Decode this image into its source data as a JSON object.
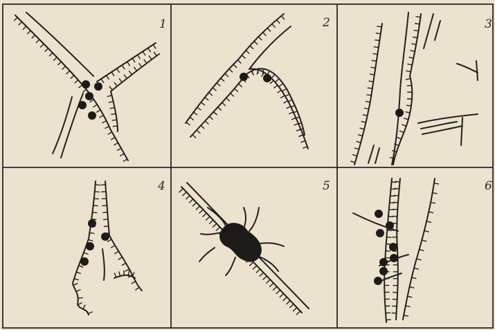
{
  "panels": [
    {
      "number": "1"
    },
    {
      "number": "2"
    },
    {
      "number": "3"
    },
    {
      "number": "4"
    },
    {
      "number": "5"
    },
    {
      "number": "6"
    }
  ],
  "colors": {
    "paper": "#ebe3cf",
    "ink": "#231f1b"
  }
}
